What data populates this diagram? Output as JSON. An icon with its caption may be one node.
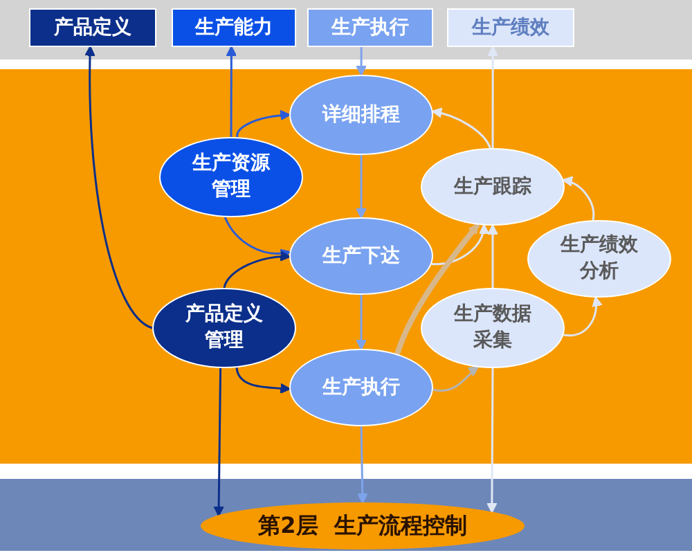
{
  "diagram": {
    "nodes": [
      {
        "text": [
          "产品定义"
        ]
      },
      {
        "text": [
          "生产能力"
        ]
      },
      {
        "text": [
          "生产执行"
        ]
      },
      {
        "text": [
          "生产绩效"
        ]
      },
      {
        "text": [
          "详细排程"
        ]
      },
      {
        "text": [
          "生产资源管理"
        ]
      },
      {
        "text": [
          "生产跟踪"
        ]
      },
      {
        "text": [
          "生产下达"
        ]
      },
      {
        "text": [
          "生产绩效分析"
        ]
      },
      {
        "text": [
          "产品定义管理"
        ]
      },
      {
        "text": [
          "生产数据采集"
        ]
      },
      {
        "text": [
          "生产执行"
        ]
      },
      {
        "text": [
          "第2层 生产流程控制"
        ]
      }
    ],
    "edges": [
      {
        "from": 9,
        "to": 0,
        "arrow": "to",
        "color": "#0b2f8a"
      },
      {
        "from": 5,
        "to": 1,
        "arrow": "to",
        "color": "#2a5bd6"
      },
      {
        "from": 2,
        "to": 4,
        "arrow": "to",
        "color": "#7ea3ec"
      },
      {
        "from": 6,
        "to": 3,
        "arrow": "to"
      },
      {
        "from": 5,
        "to": 4,
        "arrow": "to",
        "color": "#2a5bd6"
      },
      {
        "from": 5,
        "to": 7,
        "arrow": "to",
        "color": "#2a5bd6"
      },
      {
        "from": 9,
        "to": 7,
        "arrow": "to",
        "color": "#0b2f8a"
      },
      {
        "from": 9,
        "to": 11,
        "arrow": "to",
        "color": "#0b2f8a"
      },
      {
        "from": 4,
        "to": 7,
        "arrow": "to",
        "color": "#7ea3ec"
      },
      {
        "from": 7,
        "to": 11,
        "arrow": "to",
        "color": "#7ea3ec"
      },
      {
        "from": 6,
        "to": 4,
        "arrow": "to"
      },
      {
        "from": 7,
        "to": 6,
        "arrow": "to"
      },
      {
        "from": 10,
        "to": 6,
        "arrow": "to"
      },
      {
        "from": 11,
        "to": 6,
        "arrow": "to",
        "style": "thick",
        "color": "#d8b88a"
      },
      {
        "from": 11,
        "to": 10,
        "arrow": "to",
        "color": "#b4b4b4"
      },
      {
        "from": 10,
        "to": 8,
        "arrow": "to"
      },
      {
        "from": 8,
        "to": 6,
        "arrow": "to"
      },
      {
        "from": 9,
        "to": 12,
        "arrow": "to",
        "color": "#0b2f8a"
      },
      {
        "from": 11,
        "to": 12,
        "arrow": "to",
        "color": "#7ea3ec"
      },
      {
        "from": 10,
        "to": 12,
        "arrow": "to"
      }
    ]
  }
}
